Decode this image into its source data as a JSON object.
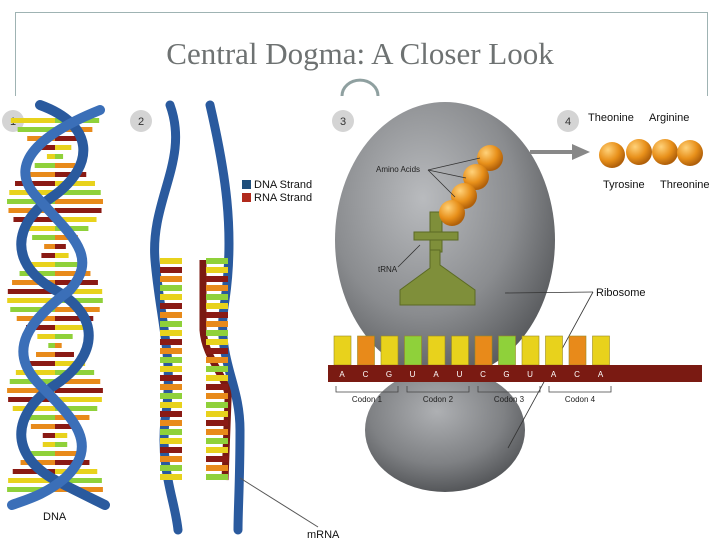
{
  "slide": {
    "title": "Central Dogma: A Closer Look"
  },
  "panels": [
    {
      "number": "1"
    },
    {
      "number": "2"
    },
    {
      "number": "3"
    },
    {
      "number": "4"
    }
  ],
  "labels": {
    "dna": "DNA",
    "mrna": "mRNA",
    "amino_acids": "Amino Acids",
    "trna": "tRNA",
    "ribosome": "Ribosome"
  },
  "legend": {
    "items": [
      {
        "label": "DNA Strand",
        "color": "#1f4e7a"
      },
      {
        "label": "RNA Strand",
        "color": "#b12a1c"
      }
    ]
  },
  "mrna_bases": [
    "A",
    "C",
    "G",
    "U",
    "A",
    "U",
    "C",
    "G",
    "U",
    "A",
    "C",
    "A"
  ],
  "codons": [
    "Codon 1",
    "Codon 2",
    "Codon 3",
    "Codon 4"
  ],
  "amino_acid_names": {
    "top": [
      "Theonine",
      "Arginine"
    ],
    "bottom": [
      "Tyrosine",
      "Threonine"
    ]
  },
  "colors": {
    "dna_backbone": "#2a5a9e",
    "rna_backbone": "#7a1a12",
    "ribosome": "#8a8c8f",
    "amino_acid": "#e8901a",
    "trna": "#7f8f3a",
    "base_yellow": "#e8d21c",
    "base_green": "#8fd13a",
    "base_orange": "#e88a1a",
    "base_red": "#8a1a14"
  }
}
